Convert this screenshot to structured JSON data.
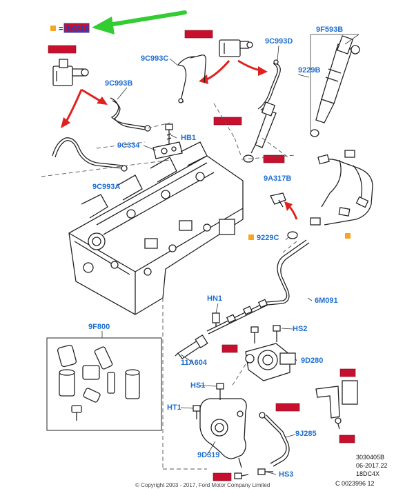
{
  "legend": {
    "marker_color": "#f5a623",
    "equals": "=",
    "key_label": "9K022",
    "pointer_arrow_color": "#33cc33"
  },
  "colors": {
    "label_blue": "#1f6fd1",
    "highlight_red": "#c8102e",
    "arrow_red": "#e0221f"
  },
  "labels": {
    "l_9F593B": "9F593B",
    "l_9C993D": "9C993D",
    "l_9C993C": "9C993C",
    "l_9229B": "9229B",
    "l_9C993B": "9C993B",
    "l_HB1": "HB1",
    "l_9C334": "9C334",
    "l_9C993A": "9C993A",
    "l_9A317B": "9A317B",
    "l_9229C": "9229C",
    "l_6M091": "6M091",
    "l_HN1": "HN1",
    "l_HS2": "HS2",
    "l_9F800": "9F800",
    "l_9D280": "9D280",
    "l_11A604": "11A604",
    "l_HS1": "HS1",
    "l_HT1": "HT1",
    "l_9J285": "9J285",
    "l_9D319": "9D319",
    "l_HS3": "HS3"
  },
  "footer": {
    "line1": "3030405B",
    "line2": "06-2017.22",
    "line3": "18DC4X",
    "line4": "C 0023996 12",
    "copyright": "© Copyright 2003 - 2017, Ford Motor Company Limited"
  }
}
